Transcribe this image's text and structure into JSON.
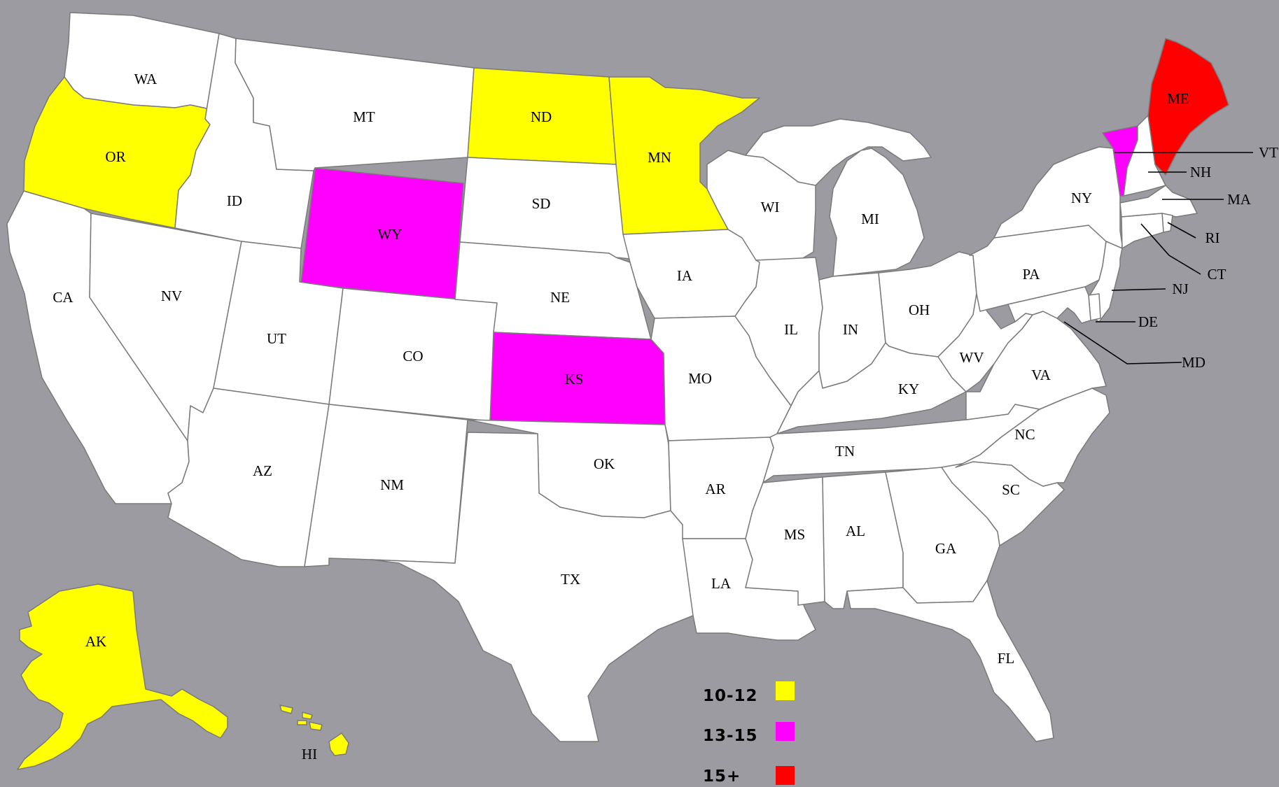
{
  "colors": {
    "background": "#9b9ba1",
    "default_fill": "#ffffff",
    "border": "#7a7a7a"
  },
  "legend": [
    {
      "label": "10-12",
      "color": "#ffff00"
    },
    {
      "label": "13-15",
      "color": "#ff00ff"
    },
    {
      "label": "15+",
      "color": "#ff0000"
    }
  ],
  "states": [
    {
      "abbr": "WA",
      "category": null
    },
    {
      "abbr": "OR",
      "category": "10-12"
    },
    {
      "abbr": "CA",
      "category": null
    },
    {
      "abbr": "NV",
      "category": null
    },
    {
      "abbr": "ID",
      "category": null
    },
    {
      "abbr": "MT",
      "category": null
    },
    {
      "abbr": "WY",
      "category": "13-15"
    },
    {
      "abbr": "UT",
      "category": null
    },
    {
      "abbr": "AZ",
      "category": null
    },
    {
      "abbr": "CO",
      "category": null
    },
    {
      "abbr": "NM",
      "category": null
    },
    {
      "abbr": "ND",
      "category": "10-12"
    },
    {
      "abbr": "SD",
      "category": null
    },
    {
      "abbr": "NE",
      "category": null
    },
    {
      "abbr": "KS",
      "category": "13-15"
    },
    {
      "abbr": "OK",
      "category": null
    },
    {
      "abbr": "TX",
      "category": null
    },
    {
      "abbr": "MN",
      "category": "10-12"
    },
    {
      "abbr": "IA",
      "category": null
    },
    {
      "abbr": "MO",
      "category": null
    },
    {
      "abbr": "AR",
      "category": null
    },
    {
      "abbr": "LA",
      "category": null
    },
    {
      "abbr": "WI",
      "category": null
    },
    {
      "abbr": "IL",
      "category": null
    },
    {
      "abbr": "MI",
      "category": null
    },
    {
      "abbr": "IN",
      "category": null
    },
    {
      "abbr": "OH",
      "category": null
    },
    {
      "abbr": "KY",
      "category": null
    },
    {
      "abbr": "TN",
      "category": null
    },
    {
      "abbr": "MS",
      "category": null
    },
    {
      "abbr": "AL",
      "category": null
    },
    {
      "abbr": "GA",
      "category": null
    },
    {
      "abbr": "FL",
      "category": null
    },
    {
      "abbr": "SC",
      "category": null
    },
    {
      "abbr": "NC",
      "category": null
    },
    {
      "abbr": "VA",
      "category": null
    },
    {
      "abbr": "WV",
      "category": null
    },
    {
      "abbr": "PA",
      "category": null
    },
    {
      "abbr": "NY",
      "category": null
    },
    {
      "abbr": "VT",
      "category": "13-15"
    },
    {
      "abbr": "NH",
      "category": null
    },
    {
      "abbr": "ME",
      "category": "15+"
    },
    {
      "abbr": "MA",
      "category": null
    },
    {
      "abbr": "RI",
      "category": null
    },
    {
      "abbr": "CT",
      "category": null
    },
    {
      "abbr": "NJ",
      "category": null
    },
    {
      "abbr": "DE",
      "category": null
    },
    {
      "abbr": "MD",
      "category": null
    },
    {
      "abbr": "AK",
      "category": "10-12"
    },
    {
      "abbr": "HI",
      "category": "10-12"
    }
  ]
}
